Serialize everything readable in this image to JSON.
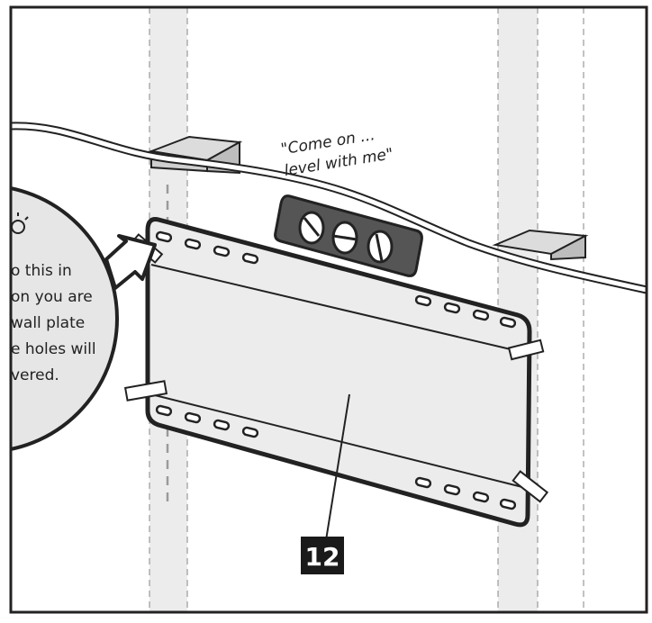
{
  "illustration": {
    "speech": [
      "\"Come on ...",
      "level with me\""
    ],
    "tip_lines": [
      "o this in",
      "on you are",
      "wall plate",
      "e holes will",
      "vered."
    ],
    "step_number": "12"
  }
}
